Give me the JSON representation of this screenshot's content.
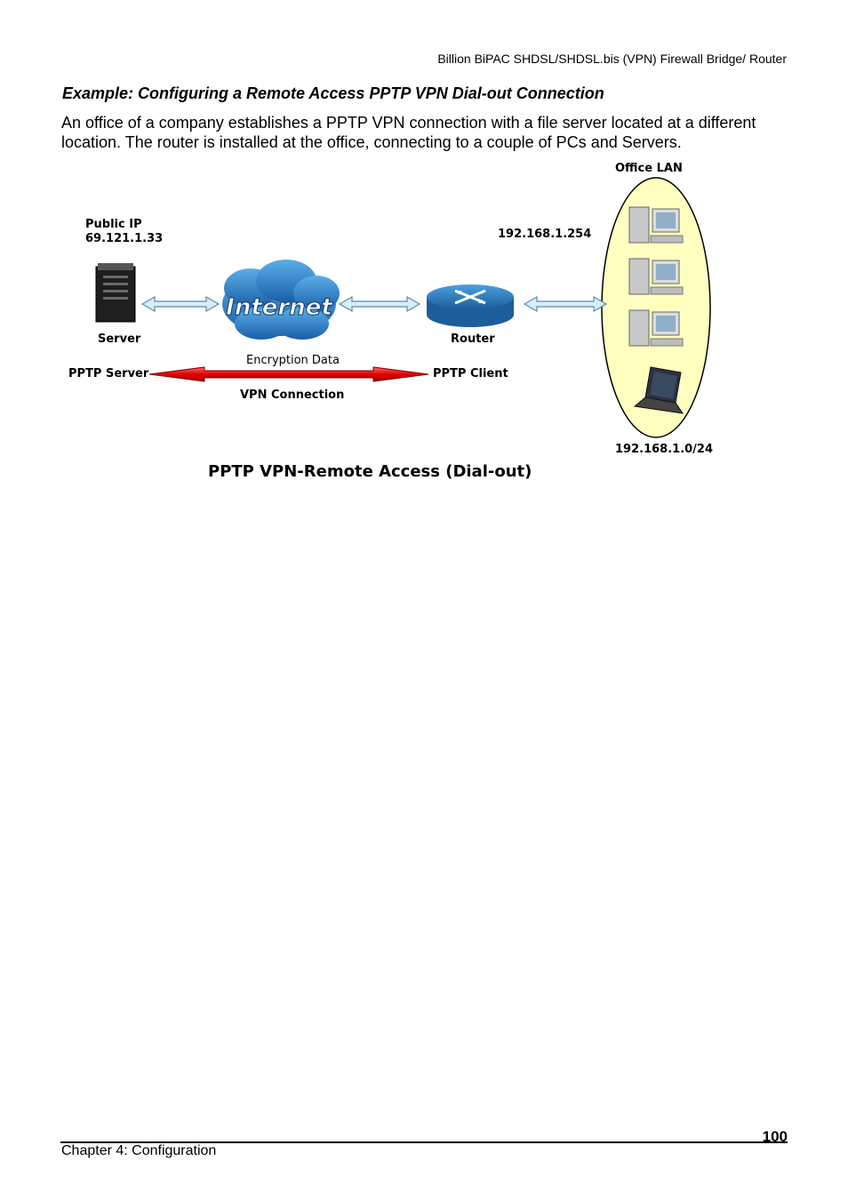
{
  "header": {
    "product": "Billion BiPAC SHDSL/SHDSL.bis (VPN) Firewall Bridge/ Router"
  },
  "section": {
    "title": "Example: Configuring a Remote Access PPTP VPN Dial-out Connection",
    "intro": "An office of a company establishes a PPTP VPN connection with a file server located at a different location. The router is installed at the office, connecting to a couple of PCs and Servers."
  },
  "diagram": {
    "office_lan": "Office LAN",
    "public_ip_label": "Public IP",
    "public_ip": "69.121.1.33",
    "router_ip": "192.168.1.254",
    "server_label": "Server",
    "internet_label": "Internet",
    "router_label": "Router",
    "encryption_label": "Encryption Data",
    "pptp_server": "PPTP Server",
    "pptp_client": "PPTP Client",
    "vpn_connection": "VPN Connection",
    "lan_subnet": "192.168.1.0/24",
    "caption": "PPTP VPN-Remote Access (Dial-out)"
  },
  "footer": {
    "chapter": "Chapter 4: Configuration",
    "page": "100"
  }
}
